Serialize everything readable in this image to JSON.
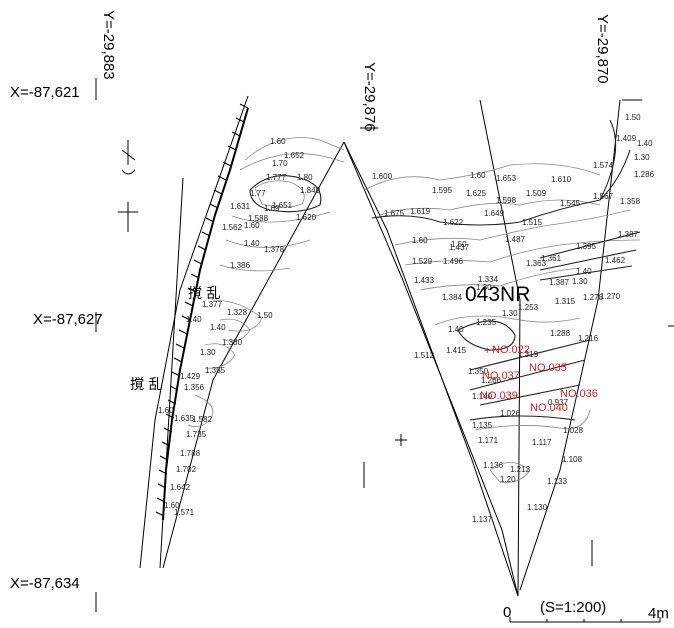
{
  "grid": {
    "x_labels": [
      "X=-87,621",
      "X=-87,627",
      "X=-87,634"
    ],
    "y_labels": [
      "Y=-29,883",
      "Y=-29,876",
      "Y=-29,870"
    ]
  },
  "feature_label": "043NR",
  "disturbance_label": "撹 乱",
  "scale": {
    "zero": "0",
    "ratio": "(S=1:200)",
    "max": "4m"
  },
  "points": [
    {
      "label": "NO.022",
      "color": "#d22222"
    },
    {
      "label": "NO.037",
      "color": "#d22222"
    },
    {
      "label": "NO.035",
      "color": "#d22222"
    },
    {
      "label": "NO.039",
      "color": "#d22222"
    },
    {
      "label": "NO.036",
      "color": "#d22222"
    },
    {
      "label": "NO.040",
      "color": "#d22222"
    }
  ],
  "elevations_left": [
    "1.60",
    "1.652",
    "1.70",
    "1.777",
    "1.80",
    "1.840",
    "1.77",
    "1.631",
    "1.69",
    "1.651",
    "1.588",
    "1.620",
    "1.562",
    "1.60",
    "1.40",
    "1.378",
    "1.386",
    "1.377",
    "1.328",
    "1.50",
    "1.40",
    "1.380",
    "1.40",
    "1.30",
    "1.355",
    "1.429",
    "1.356",
    "1.60",
    "1.635",
    "1.582",
    "1.735",
    "1.788",
    "1.702",
    "1.642",
    "1.571",
    "1.60"
  ],
  "elevations_right": [
    "1.600",
    "1.675",
    "1.619",
    "1.595",
    "1.60",
    "1.625",
    "1.653",
    "1.610",
    "1.509",
    "1.545",
    "1.598",
    "1.649",
    "1.622",
    "1.515",
    "1.50",
    "1.409",
    "1.40",
    "1.30",
    "1.574",
    "1.286",
    "1.567",
    "1.358",
    "1.60",
    "1.50",
    "1.437",
    "1.487",
    "1.387",
    "1.395",
    "1.529",
    "1.496",
    "1.361",
    "1.462",
    "1.363",
    "1.40",
    "1.433",
    "1.334",
    "1.384",
    "1.30",
    "1.387",
    "1.30",
    "1.315",
    "1.278",
    "1.270",
    "1.253",
    "1.30",
    "1.288",
    "1.216",
    "1.40",
    "1.512",
    "1.415",
    "1.235",
    "1.319",
    "1.350",
    "1.266",
    "1.140",
    "1.026",
    "1.135",
    "1.171",
    "1.028",
    "0.937",
    "1.117",
    "1.108",
    "1.136",
    "1.212",
    "1.20",
    "1.133",
    "1.130",
    "1.137"
  ]
}
